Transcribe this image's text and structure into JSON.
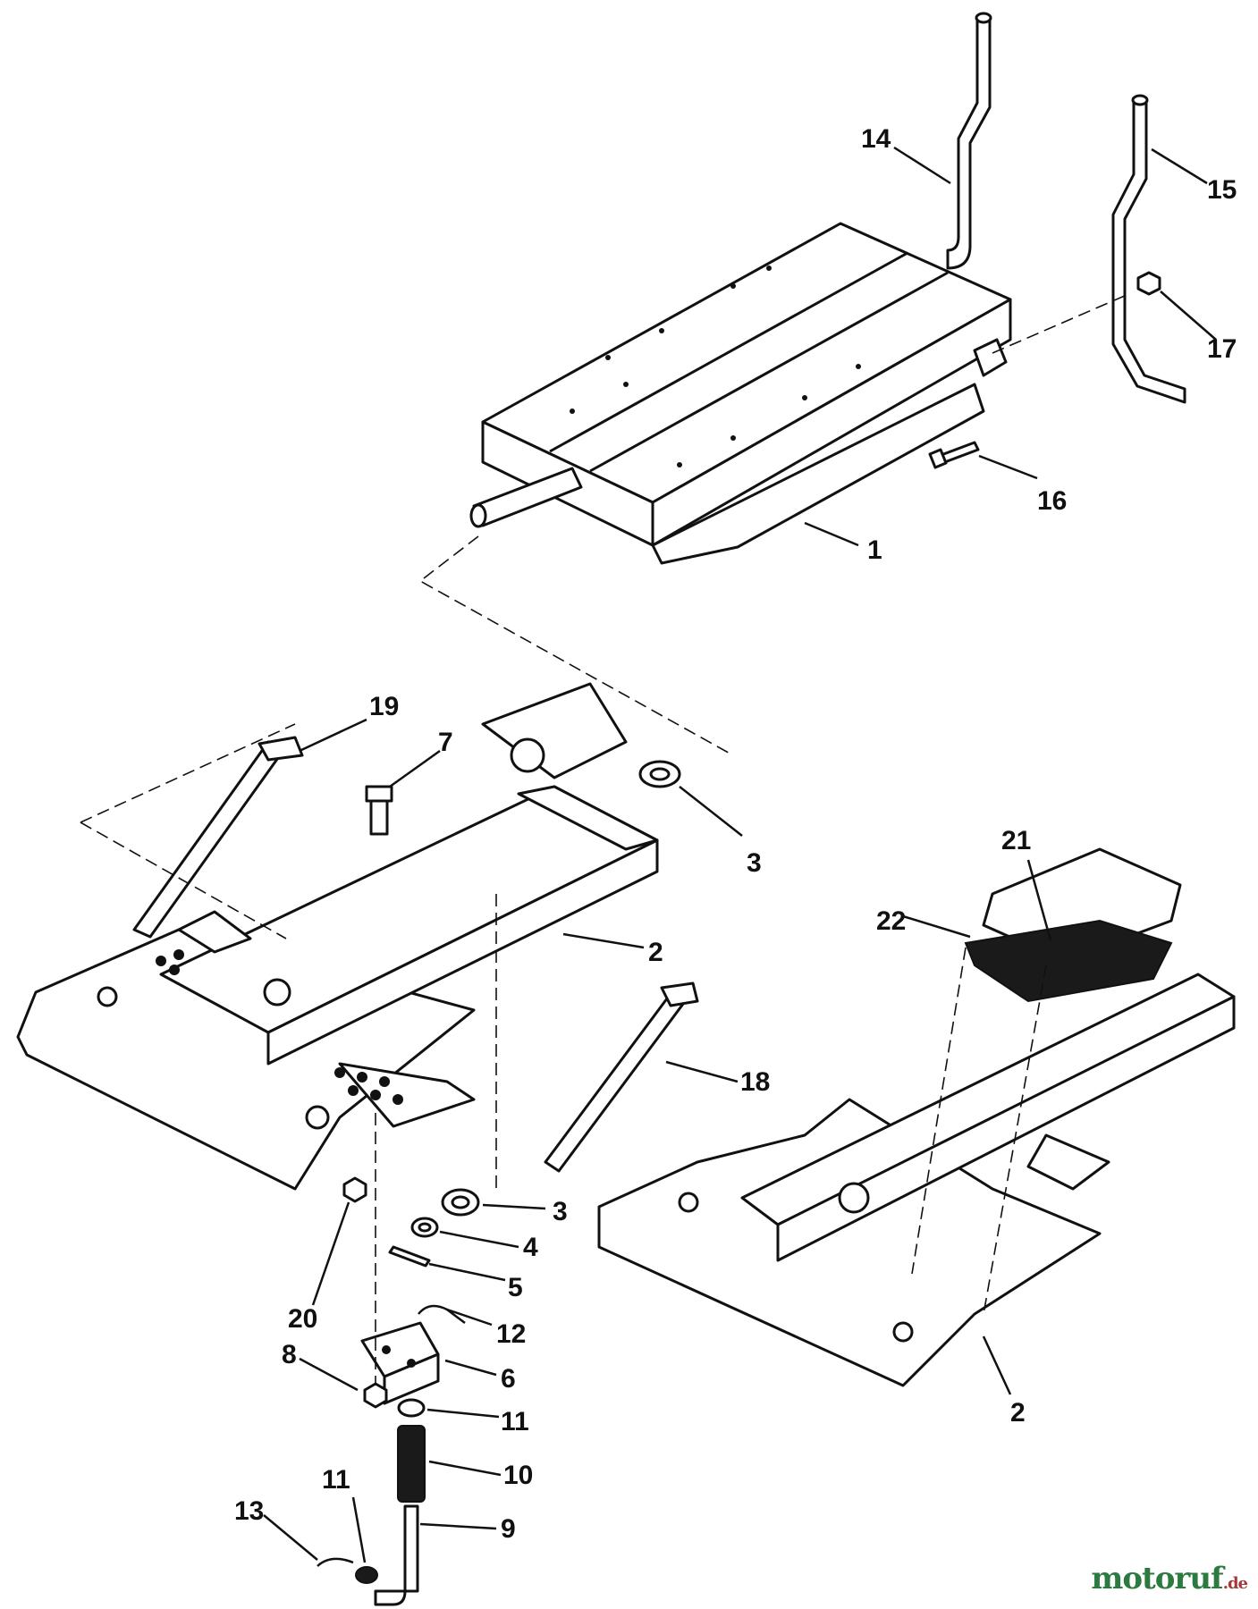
{
  "callouts": [
    "1",
    "2",
    "2",
    "3",
    "3",
    "4",
    "5",
    "6",
    "7",
    "8",
    "9",
    "10",
    "11",
    "11",
    "12",
    "13",
    "14",
    "15",
    "16",
    "17",
    "18",
    "19",
    "20",
    "21",
    "22"
  ],
  "watermark": {
    "main": "motoruf",
    "tld": ".de"
  },
  "colors": {
    "ink": "#111111",
    "paper": "#ffffff",
    "watermark_main": "#2c7a3f",
    "watermark_tld": "#a23b3b"
  }
}
